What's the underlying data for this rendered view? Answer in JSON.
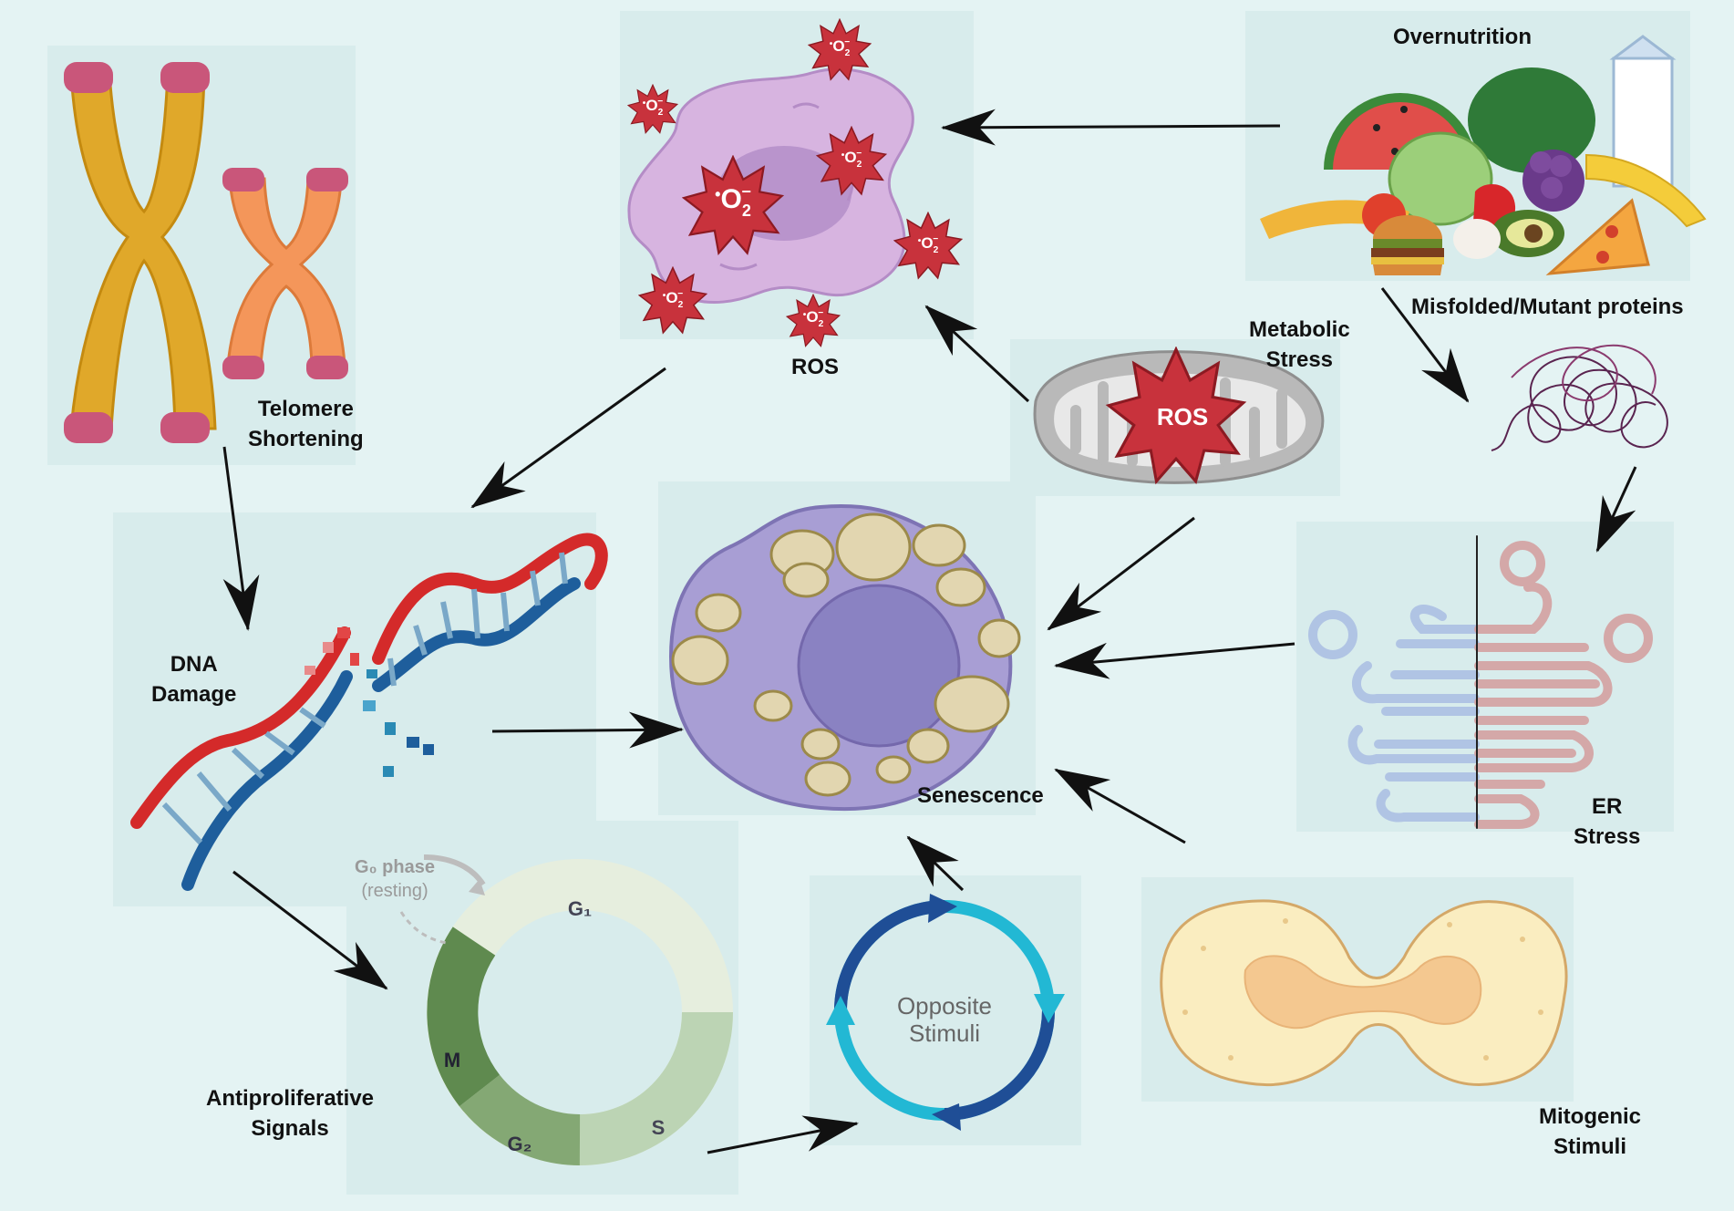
{
  "labels": {
    "overnutrition": "Overnutrition",
    "ros": "ROS",
    "misfolded": "Misfolded/Mutant proteins",
    "metabolic_1": "Metabolic",
    "metabolic_2": "Stress",
    "telomere_1": "Telomere",
    "telomere_2": "Shortening",
    "dna_1": "DNA",
    "dna_2": "Damage",
    "senescence": "Senescence",
    "er_1": "ER",
    "er_2": "Stress",
    "antiprolif_1": "Antiproliferative",
    "antiprolif_2": "Signals",
    "mitogenic_1": "Mitogenic",
    "mitogenic_2": "Stimuli"
  },
  "mito_ros_label": "ROS",
  "superoxide": {
    "symbol": "O",
    "subscript": "2",
    "charge": "−",
    "dot": "•"
  },
  "cell_cycle": {
    "g0_line1": "G₀ phase",
    "g0_line2": "(resting)",
    "g1": "G₁",
    "s": "S",
    "g2": "G₂",
    "m": "M"
  },
  "opposite": {
    "line1": "Opposite",
    "line2": "Stimuli"
  },
  "colors": {
    "background": "#e4f3f3",
    "panel": "#d8ecec",
    "arrow": "#111111",
    "ros_burst": "#c8323c",
    "cell_purple": "#a89ed4",
    "dna_red": "#d42a2a",
    "dna_blue": "#1e5e9c",
    "cycle_dark": "#5f8a4f",
    "cycle_light": "#e6eede",
    "stimuli_dark": "#1f4e96",
    "stimuli_light": "#22b8d4"
  }
}
